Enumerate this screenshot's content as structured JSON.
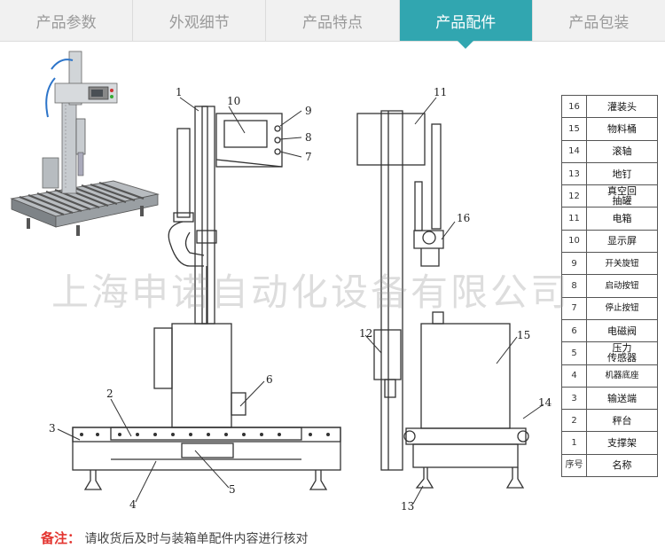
{
  "tabs": [
    {
      "label": "产品参数"
    },
    {
      "label": "外观细节"
    },
    {
      "label": "产品特点"
    },
    {
      "label": "产品配件"
    },
    {
      "label": "产品包装"
    }
  ],
  "active_tab": 3,
  "accent_color": "#31a6b0",
  "watermark": "上海申诺自动化设备有限公司",
  "diagram_labels": {
    "l1": "1",
    "l2": "2",
    "l3": "3",
    "l4": "4",
    "l5": "5",
    "l6": "6",
    "l7": "7",
    "l8": "8",
    "l9": "9",
    "l10": "10",
    "l11": "11",
    "l12": "12",
    "l13": "13",
    "l14": "14",
    "l15": "15",
    "l16": "16"
  },
  "legend": {
    "rows": [
      {
        "num": "16",
        "name": "灌装头"
      },
      {
        "num": "15",
        "name": "物料桶"
      },
      {
        "num": "14",
        "name": "滚轴"
      },
      {
        "num": "13",
        "name": "地钉"
      },
      {
        "num": "12",
        "name": "真空回",
        "name2": "抽罐"
      },
      {
        "num": "11",
        "name": "电箱"
      },
      {
        "num": "10",
        "name": "显示屏"
      },
      {
        "num": "9",
        "name": "开关旋钮"
      },
      {
        "num": "8",
        "name": "启动按钮"
      },
      {
        "num": "7",
        "name": "停止按钮"
      },
      {
        "num": "6",
        "name": "电磁阀"
      },
      {
        "num": "5",
        "name": "压力",
        "name2": "传感器"
      },
      {
        "num": "4",
        "name": "机器底座"
      },
      {
        "num": "3",
        "name": "输送端"
      },
      {
        "num": "2",
        "name": "秤台"
      },
      {
        "num": "1",
        "name": "支撑架"
      }
    ],
    "header": {
      "num": "序号",
      "name": "名称"
    }
  },
  "note": {
    "label": "备注：",
    "text": "请收货后及时与装箱单配件内容进行核对"
  }
}
